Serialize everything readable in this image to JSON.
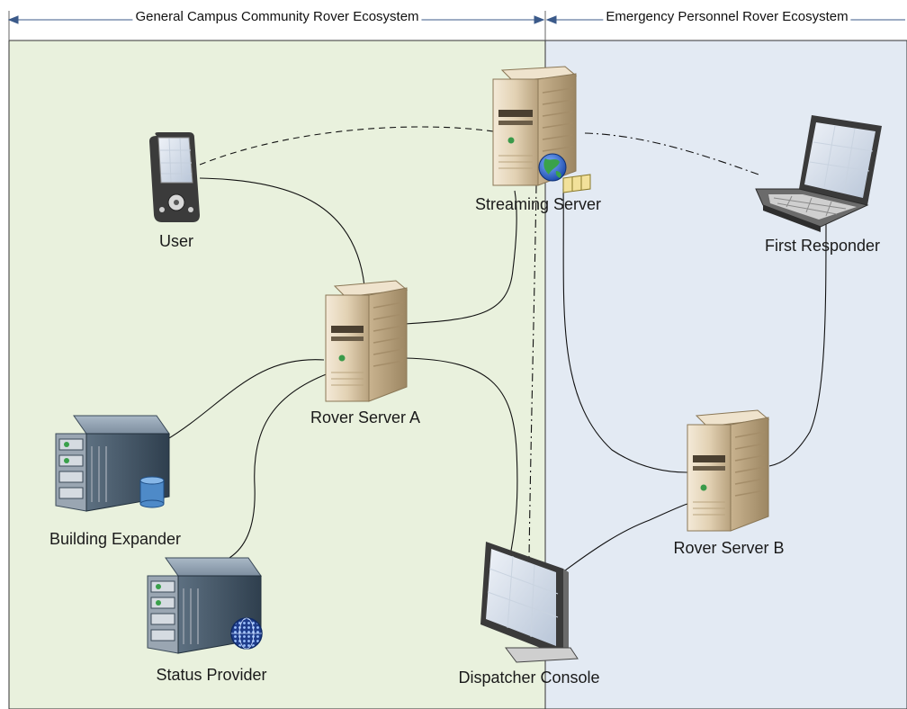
{
  "zones": {
    "left": {
      "title": "General Campus Community Rover Ecosystem",
      "fill": "#e9f1dd"
    },
    "right": {
      "title": "Emergency Personnel Rover Ecosystem",
      "fill": "#e3eaf3"
    }
  },
  "nodes": {
    "user": {
      "label": "User",
      "icon": "pda-icon"
    },
    "streaming_server": {
      "label": "Streaming Server",
      "icon": "tower-server-globe-icon"
    },
    "first_responder": {
      "label": "First Responder",
      "icon": "laptop-icon"
    },
    "rover_server_a": {
      "label": "Rover Server A",
      "icon": "tower-server-icon"
    },
    "building_expander": {
      "label": "Building Expander",
      "icon": "rack-server-database-icon"
    },
    "status_provider": {
      "label": "Status Provider",
      "icon": "rack-server-globe-icon"
    },
    "dispatcher_console": {
      "label": "Dispatcher Console",
      "icon": "monitor-icon"
    },
    "rover_server_b": {
      "label": "Rover Server B",
      "icon": "tower-server-icon"
    }
  }
}
